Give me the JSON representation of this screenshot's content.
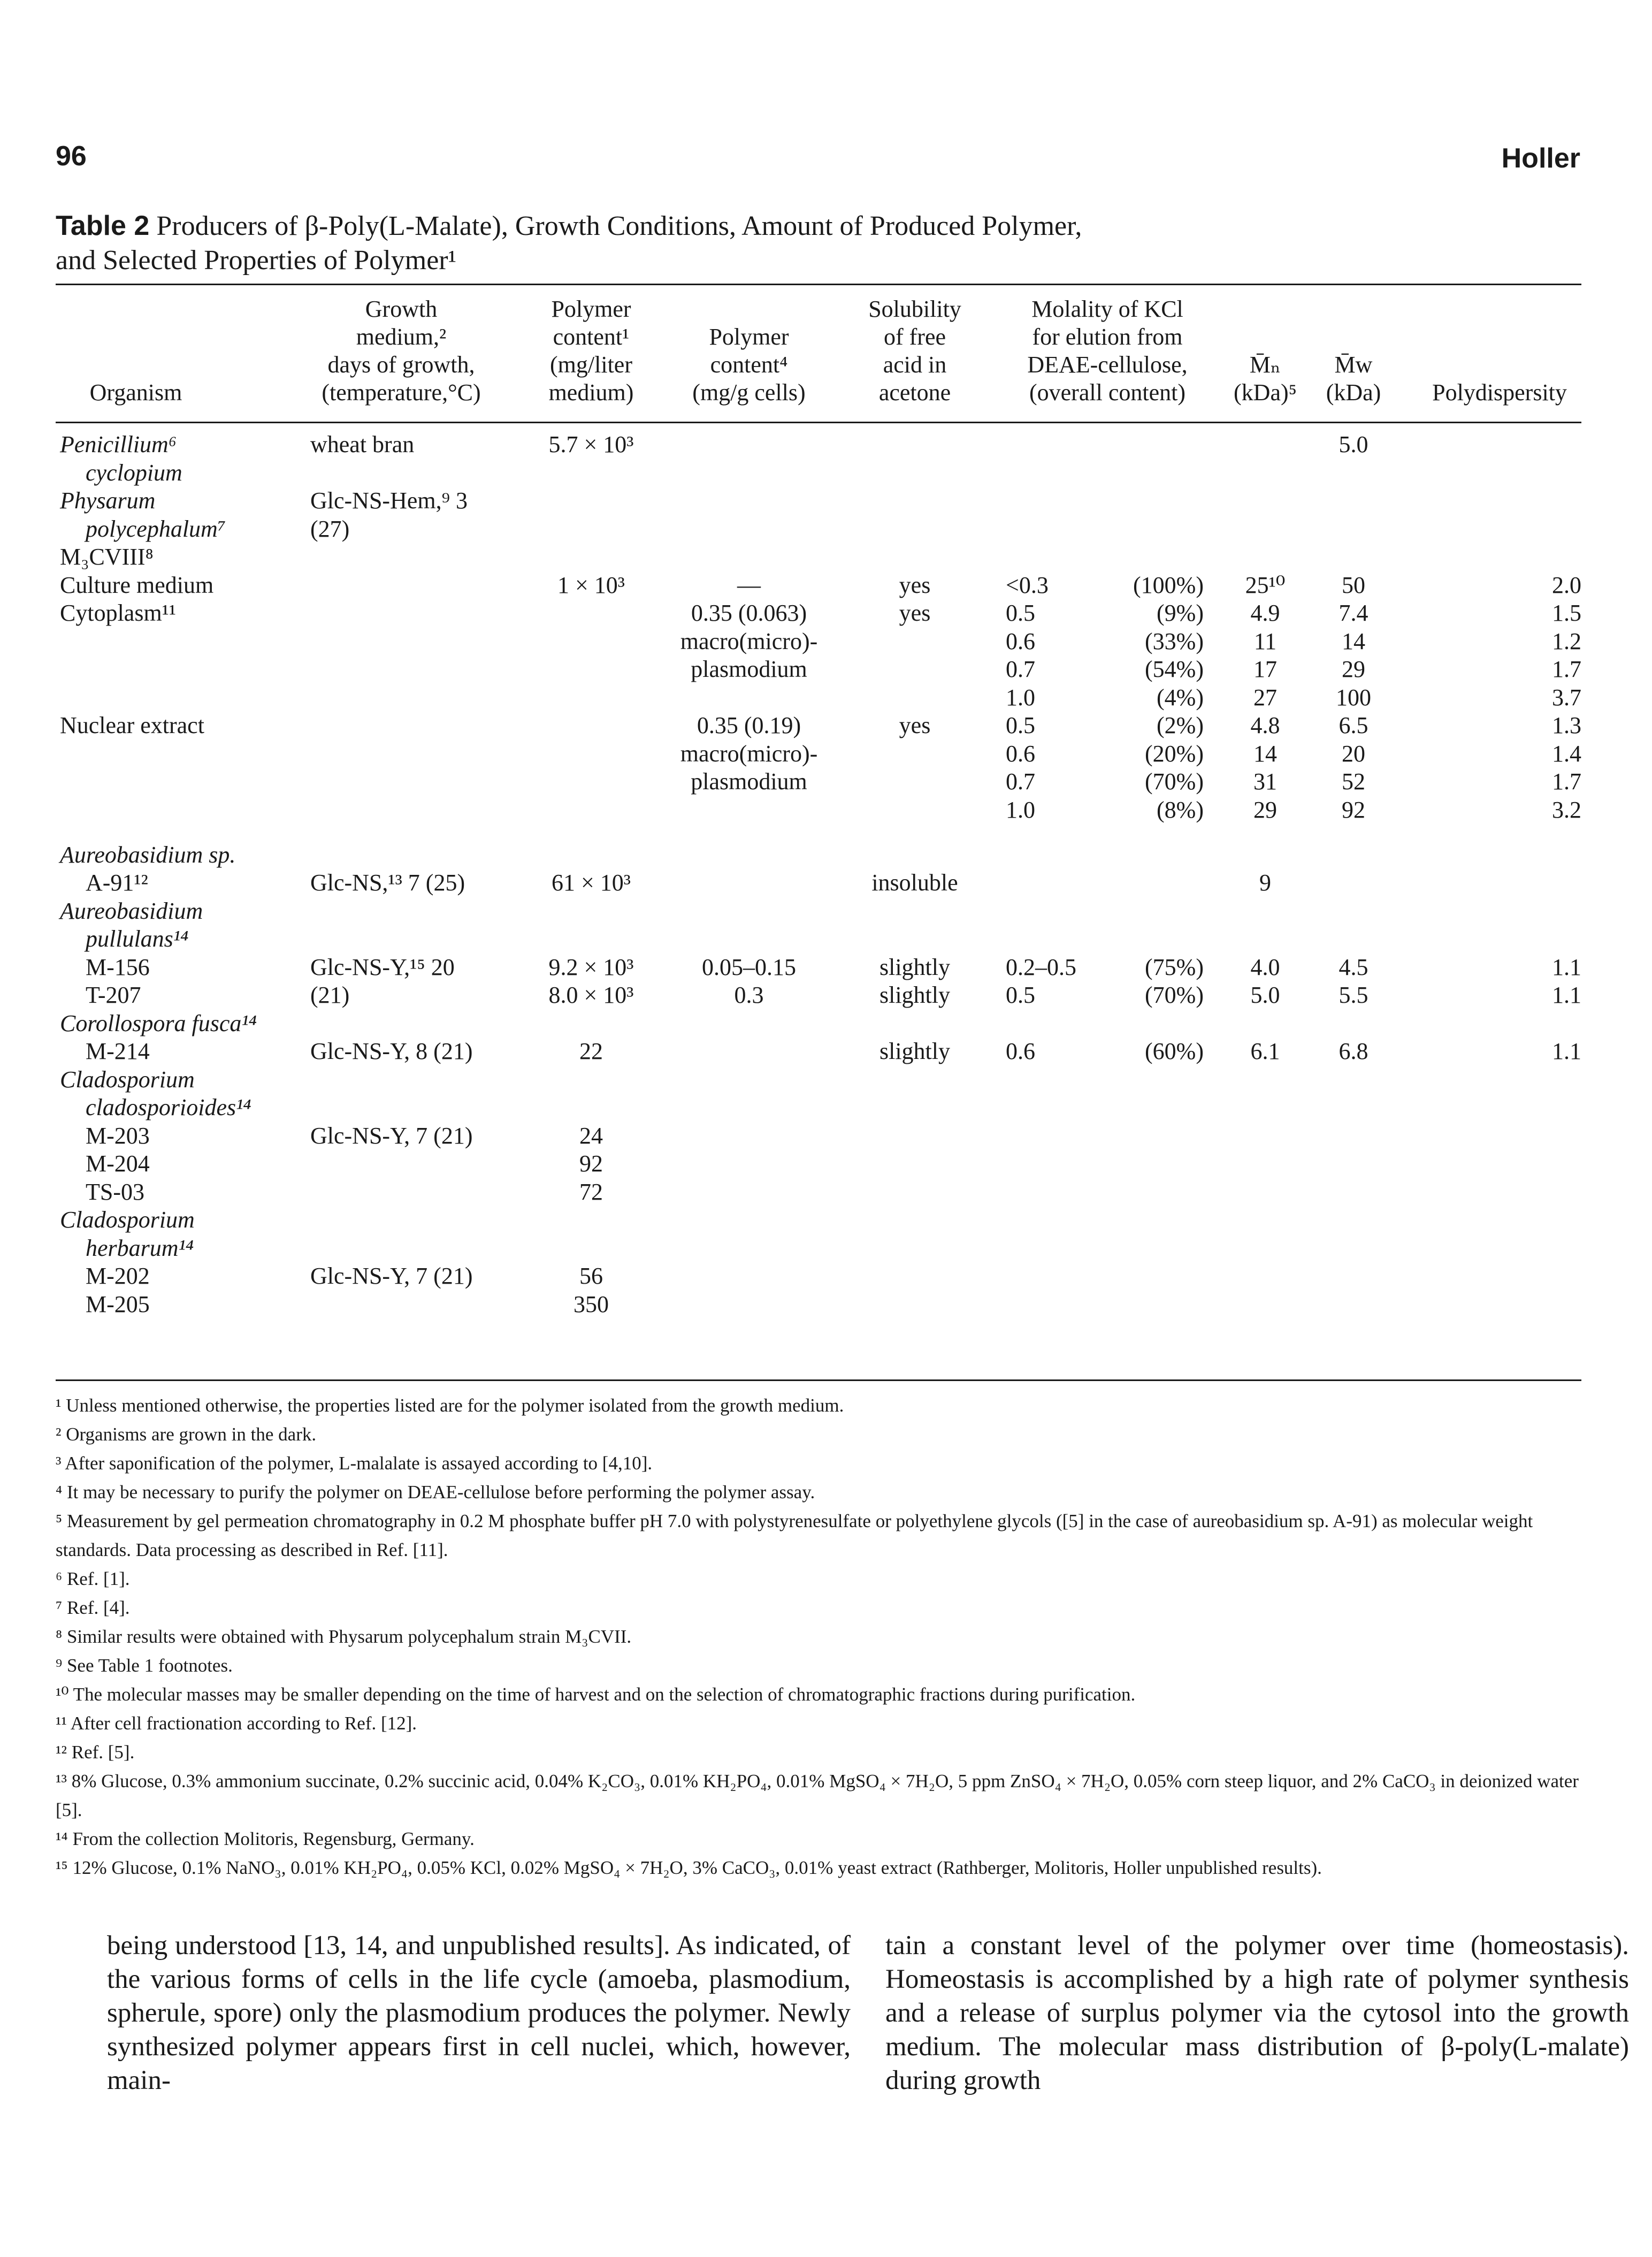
{
  "page": {
    "number": "96",
    "running_head": "Holler"
  },
  "caption": {
    "label": "Table 2",
    "text_line1": "Producers of β-Poly(L-Malate), Growth Conditions, Amount of Produced Polymer,",
    "text_line2": "and Selected Properties of Polymer¹"
  },
  "headers": {
    "organism": [
      "Organism"
    ],
    "growth": [
      "Growth",
      "medium,²",
      "days of growth,",
      "(temperature,°C)"
    ],
    "content_liter": [
      "Polymer",
      "content¹",
      "(mg/liter",
      "medium)"
    ],
    "content_cells": [
      "Polymer",
      "content⁴",
      "(mg/g cells)"
    ],
    "solubility": [
      "Solubility",
      "of free",
      "acid in",
      "acetone"
    ],
    "molality": [
      "Molality of KCl",
      "for elution from",
      "DEAE-cellulose,",
      "(overall content)"
    ],
    "mn": [
      "M̄ₙ",
      "(kDa)⁵"
    ],
    "mw": [
      "M̄w",
      "(kDa)"
    ],
    "polydispersity": [
      "Polydispersity"
    ]
  },
  "rows": [
    {
      "org": "Penicillium⁶",
      "italic": true,
      "growth": "wheat bran",
      "liter": "5.7 × 10³",
      "mw": "5.0"
    },
    {
      "org": "cyclopium",
      "italic": true
    },
    {
      "org": "Physarum",
      "italic": true,
      "growth": "Glc-NS-Hem,⁹ 3"
    },
    {
      "org": "polycephalum⁷",
      "italic": true,
      "growth": "(27)"
    },
    {
      "org": "M₃CVIII⁸"
    },
    {
      "org": "Culture medium",
      "liter": "1 × 10³",
      "cells": "—",
      "sol": "yes",
      "mol": "<0.3",
      "pct": "(100%)",
      "mn": "25¹⁰",
      "mw": "50",
      "pd": "2.0"
    },
    {
      "org": "Cytoplasm¹¹",
      "cells": "0.35 (0.063)",
      "sol": "yes",
      "mol": "0.5",
      "pct": "(9%)",
      "mn": "4.9",
      "mw": "7.4",
      "pd": "1.5"
    },
    {
      "cells": "macro(micro)-",
      "mol": "0.6",
      "pct": "(33%)",
      "mn": "11",
      "mw": "14",
      "pd": "1.2"
    },
    {
      "cells": "plasmodium",
      "mol": "0.7",
      "pct": "(54%)",
      "mn": "17",
      "mw": "29",
      "pd": "1.7"
    },
    {
      "mol": "1.0",
      "pct": "(4%)",
      "mn": "27",
      "mw": "100",
      "pd": "3.7"
    },
    {
      "org": "Nuclear extract",
      "cells": "0.35 (0.19)",
      "sol": "yes",
      "mol": "0.5",
      "pct": "(2%)",
      "mn": "4.8",
      "mw": "6.5",
      "pd": "1.3"
    },
    {
      "cells": "macro(micro)-",
      "mol": "0.6",
      "pct": "(20%)",
      "mn": "14",
      "mw": "20",
      "pd": "1.4"
    },
    {
      "cells": "plasmodium",
      "mol": "0.7",
      "pct": "(70%)",
      "mn": "31",
      "mw": "52",
      "pd": "1.7"
    },
    {
      "mol": "1.0",
      "pct": "(8%)",
      "mn": "29",
      "mw": "92",
      "pd": "3.2"
    },
    {
      "gap": true
    },
    {
      "org": "Aureobasidium sp.",
      "italic": true
    },
    {
      "org": "A-91¹²",
      "indent": true,
      "growth": "Glc-NS,¹³ 7 (25)",
      "liter": "61 × 10³",
      "sol": "insoluble",
      "mn": "9"
    },
    {
      "org": "Aureobasidium",
      "italic": true
    },
    {
      "org": "pullulans¹⁴",
      "italic": true
    },
    {
      "org": "M-156",
      "indent": true,
      "growth": "Glc-NS-Y,¹⁵ 20",
      "liter": "9.2 × 10³",
      "cells": "0.05–0.15",
      "sol": "slightly",
      "mol": "0.2–0.5",
      "pct": "(75%)",
      "mn": "4.0",
      "mw": "4.5",
      "pd": "1.1"
    },
    {
      "org": "T-207",
      "indent": true,
      "growth": "(21)",
      "liter": "8.0 × 10³",
      "cells": "0.3",
      "sol": "slightly",
      "mol": "0.5",
      "pct": "(70%)",
      "mn": "5.0",
      "mw": "5.5",
      "pd": "1.1"
    },
    {
      "org": "Corollospora fusca¹⁴",
      "italic": true
    },
    {
      "org": "M-214",
      "indent": true,
      "growth": "Glc-NS-Y, 8 (21)",
      "liter": "22",
      "sol": "slightly",
      "mol": "0.6",
      "pct": "(60%)",
      "mn": "6.1",
      "mw": "6.8",
      "pd": "1.1"
    },
    {
      "org": "Cladosporium",
      "italic": true
    },
    {
      "org": "cladosporioides¹⁴",
      "italic": true
    },
    {
      "org": "M-203",
      "indent": true,
      "growth": "Glc-NS-Y, 7 (21)",
      "liter": "24"
    },
    {
      "org": "M-204",
      "indent": true,
      "liter": "92"
    },
    {
      "org": "TS-03",
      "indent": true,
      "liter": "72"
    },
    {
      "org": "Cladosporium",
      "italic": true
    },
    {
      "org": "herbarum¹⁴",
      "italic": true
    },
    {
      "org": "M-202",
      "indent": true,
      "growth": "Glc-NS-Y, 7 (21)",
      "liter": "56"
    },
    {
      "org": "M-205",
      "indent": true,
      "liter": "350"
    }
  ],
  "footnotes": [
    "¹ Unless mentioned otherwise, the properties listed are for the polymer isolated from the growth medium.",
    "² Organisms are grown in the dark.",
    "³ After saponification of the polymer, L-malalate is assayed according to [4,10].",
    "⁴ It may be necessary to purify the polymer on DEAE-cellulose before performing the polymer assay.",
    "⁵ Measurement by gel permeation chromatography in 0.2 M phosphate buffer pH 7.0 with polystyrenesulfate or polyethylene glycols ([5] in the case of aureobasidium sp. A-91) as molecular weight standards. Data processing as described in Ref. [11].",
    "⁶ Ref. [1].",
    "⁷ Ref. [4].",
    "⁸ Similar results were obtained with Physarum polycephalum strain M₃CVII.",
    "⁹ See Table 1 footnotes.",
    "¹⁰ The molecular masses may be smaller depending on the time of harvest and on the selection of chromatographic fractions during purification.",
    "¹¹ After cell fractionation according to Ref. [12].",
    "¹² Ref. [5].",
    "¹³ 8% Glucose, 0.3% ammonium succinate, 0.2% succinic acid, 0.04% K₂CO₃, 0.01% KH₂PO₄, 0.01% MgSO₄ × 7H₂O, 5 ppm ZnSO₄ × 7H₂O, 0.05% corn steep liquor, and 2% CaCO₃ in deionized water [5].",
    "¹⁴ From the collection Molitoris, Regensburg, Germany.",
    "¹⁵ 12% Glucose, 0.1% NaNO₃, 0.01% KH₂PO₄, 0.05% KCl, 0.02% MgSO₄ × 7H₂O, 3% CaCO₃, 0.01% yeast extract (Rathberger, Molitoris, Holler unpublished results)."
  ],
  "body": {
    "left": "being understood [13, 14, and unpublished results]. As indicated, of the various forms of cells in the life cycle (amoeba, plasmodium, spherule, spore) only the plasmodium produces the polymer. Newly synthesized polymer appears first in cell nuclei, which, however, main-",
    "right": "tain a constant level of the polymer over time (homeostasis). Homeostasis is accomplished by a high rate of polymer synthesis and a release of surplus polymer via the cytosol into the growth medium. The molecular mass distribution of β-poly(L-malate) during growth"
  }
}
